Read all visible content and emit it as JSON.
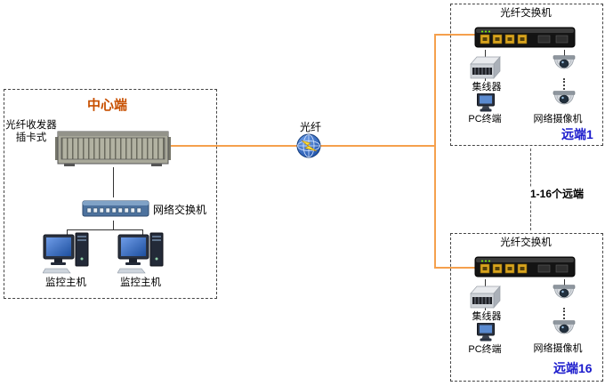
{
  "center": {
    "title": "中心端",
    "transceiver_line1": "光纤收发器",
    "transceiver_line2": "插卡式",
    "switch_label": "网络交换机",
    "hosts": [
      "监控主机",
      "监控主机"
    ]
  },
  "link": {
    "fiber_label": "光纤"
  },
  "note": {
    "range_label": "1-16个远端"
  },
  "remote1": {
    "switch_label": "光纤交换机",
    "hub_label": "集线器",
    "pc_label": "PC终端",
    "camera_label": "网络摄像机",
    "name": "远端1"
  },
  "remote16": {
    "switch_label": "光纤交换机",
    "hub_label": "集线器",
    "pc_label": "PC终端",
    "camera_label": "网络摄像机",
    "name": "远端16"
  },
  "colors": {
    "fiber_line": "#f5a04d",
    "center_title": "#c85000",
    "remote_name": "#1a1acc",
    "black_line": "#333333"
  }
}
